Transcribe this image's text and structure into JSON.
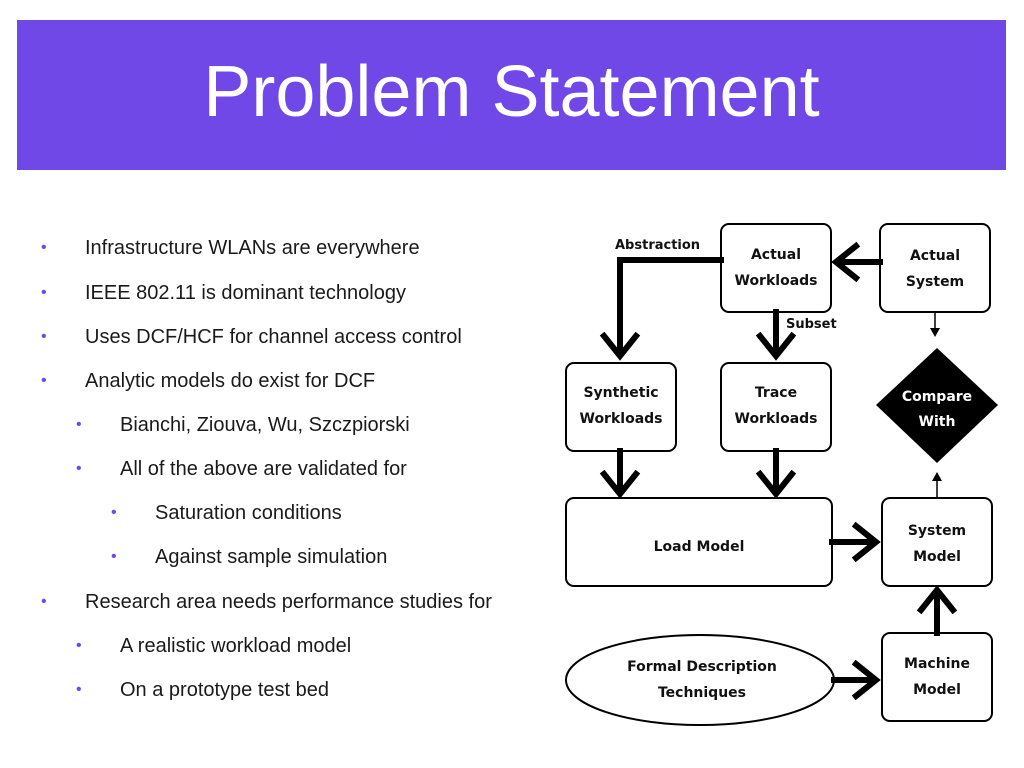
{
  "title": "Problem Statement",
  "accent_color": "#7048e8",
  "bullets": [
    {
      "text": "Infrastructure WLANs are everywhere",
      "level": 1
    },
    {
      "text": "IEEE 802.11 is dominant technology",
      "level": 1
    },
    {
      "text": "Uses DCF/HCF for channel access control",
      "level": 1
    },
    {
      "text": "Analytic models do exist for DCF",
      "level": 1
    },
    {
      "text": "Bianchi, Ziouva, Wu, Szczpiorski",
      "level": 2
    },
    {
      "text": "All of the above are validated for",
      "level": 2
    },
    {
      "text": "Saturation conditions",
      "level": 3
    },
    {
      "text": "Against sample simulation",
      "level": 3
    },
    {
      "text": "Research area needs performance studies for",
      "level": 1
    },
    {
      "text": "A realistic workload model",
      "level": 2
    },
    {
      "text": "On a prototype test bed",
      "level": 2
    }
  ],
  "diagram": {
    "nodes": {
      "actual_workloads": {
        "line1": "Actual",
        "line2": "Workloads"
      },
      "actual_system": {
        "line1": "Actual",
        "line2": "System"
      },
      "synthetic_workloads": {
        "line1": "Synthetic",
        "line2": "Workloads"
      },
      "trace_workloads": {
        "line1": "Trace",
        "line2": "Workloads"
      },
      "compare_with": {
        "line1": "Compare",
        "line2": "With"
      },
      "load_model": {
        "label": "Load Model"
      },
      "system_model": {
        "line1": "System",
        "line2": "Model"
      },
      "formal_description": {
        "line1": "Formal Description",
        "line2": "Techniques"
      },
      "machine_model": {
        "line1": "Machine",
        "line2": "Model"
      }
    },
    "edge_labels": {
      "abstraction": "Abstraction",
      "subset": "Subset"
    }
  }
}
